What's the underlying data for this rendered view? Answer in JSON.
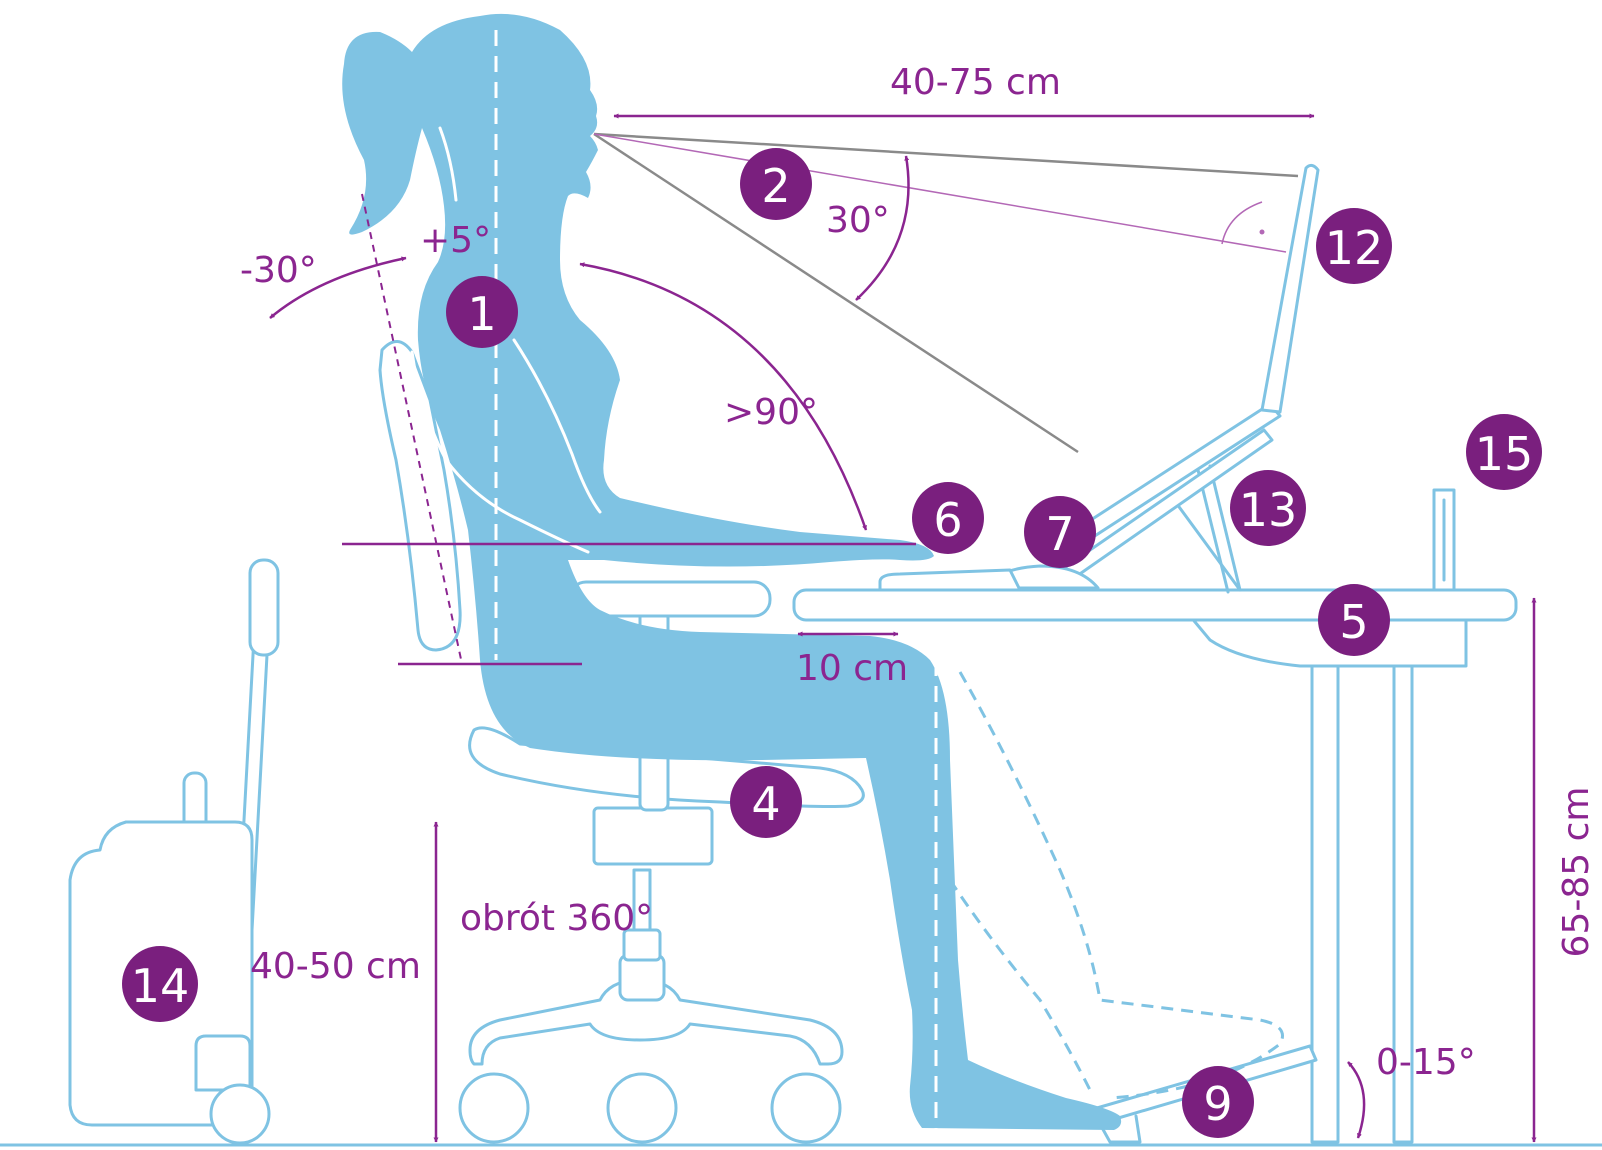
{
  "colors": {
    "body": "#7fc3e3",
    "accent": "#8b2590",
    "badge": "#7a1f7e",
    "sightline": "#8a8a8a"
  },
  "labels": {
    "distance_screen": "40-75 cm",
    "view_angle": "30°",
    "head_back": "-30°",
    "head_forward": "+5°",
    "arm_angle": ">90°",
    "armrest_gap": "10 cm",
    "rotation": "obrót 360°",
    "seat_height": "40-50 cm",
    "desk_height": "65-85 cm",
    "footrest_angle": "0-15°"
  },
  "badges": {
    "b1": "1",
    "b2": "2",
    "b4": "4",
    "b5": "5",
    "b6": "6",
    "b7": "7",
    "b9": "9",
    "b12": "12",
    "b13": "13",
    "b14": "14",
    "b15": "15"
  }
}
